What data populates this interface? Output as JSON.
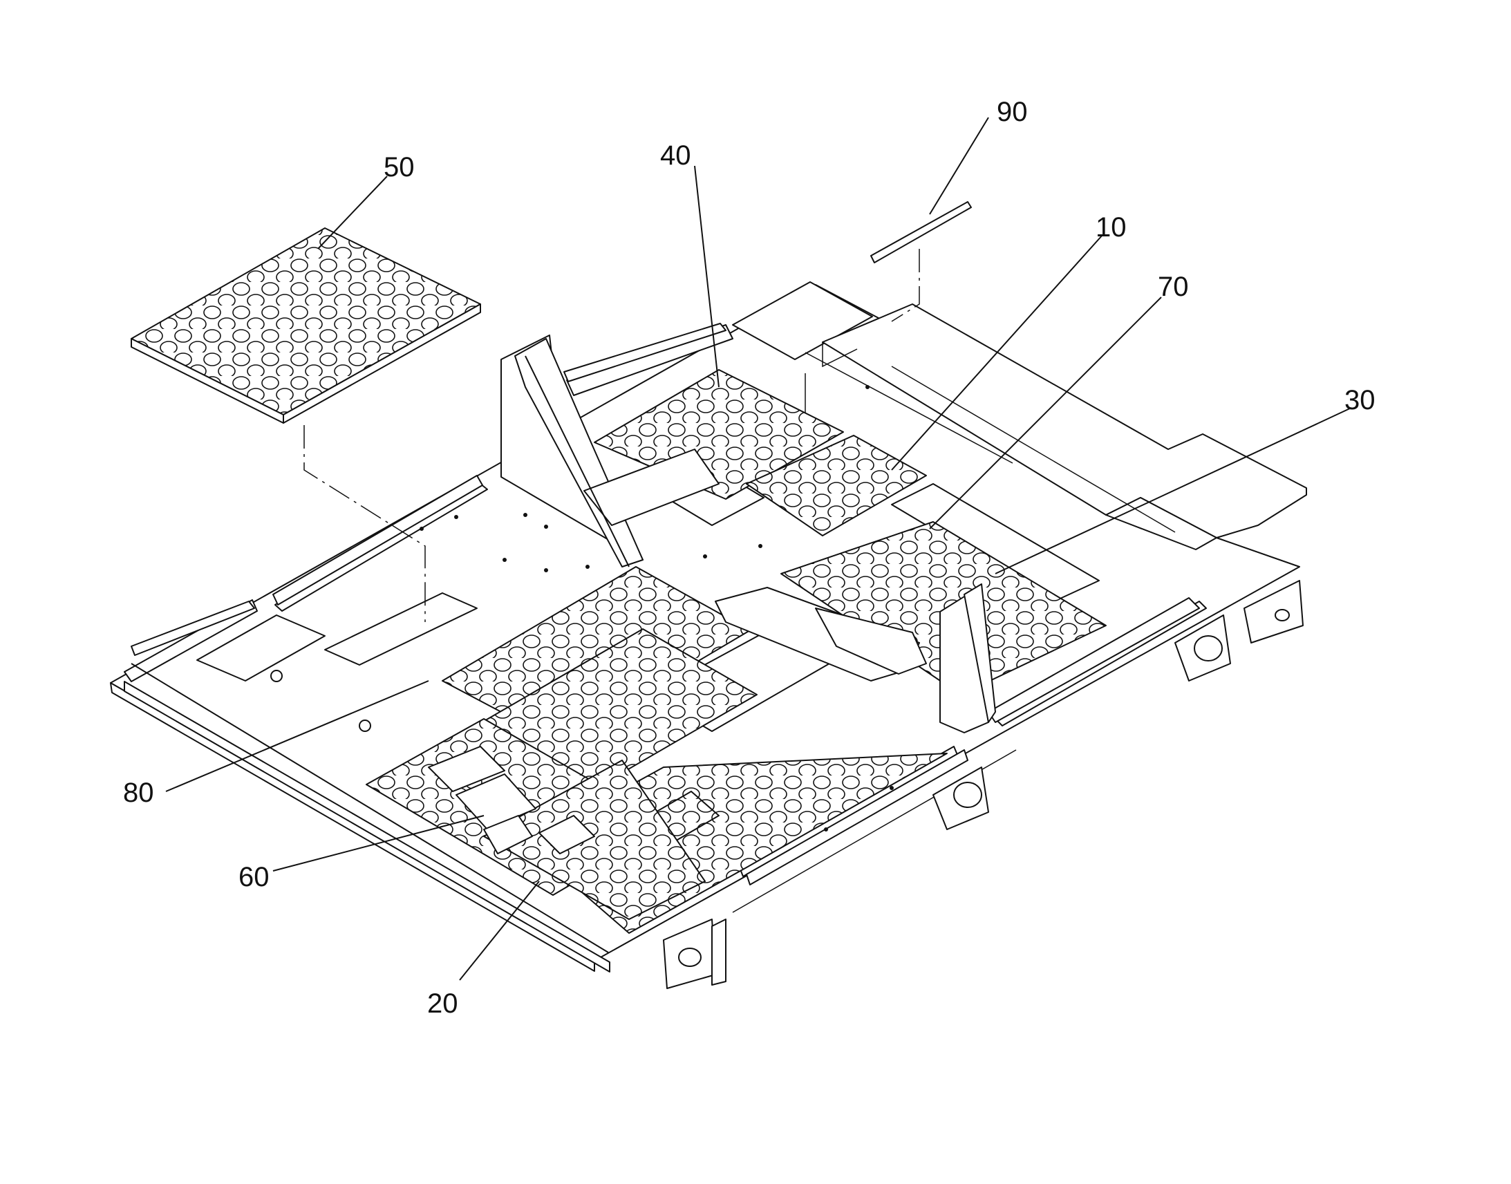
{
  "figure": {
    "labels": [
      {
        "id": "10",
        "text": "10"
      },
      {
        "id": "20",
        "text": "20"
      },
      {
        "id": "30",
        "text": "30"
      },
      {
        "id": "40",
        "text": "40"
      },
      {
        "id": "50",
        "text": "50"
      },
      {
        "id": "60",
        "text": "60"
      },
      {
        "id": "70",
        "text": "70"
      },
      {
        "id": "80",
        "text": "80"
      },
      {
        "id": "90",
        "text": "90"
      }
    ]
  }
}
